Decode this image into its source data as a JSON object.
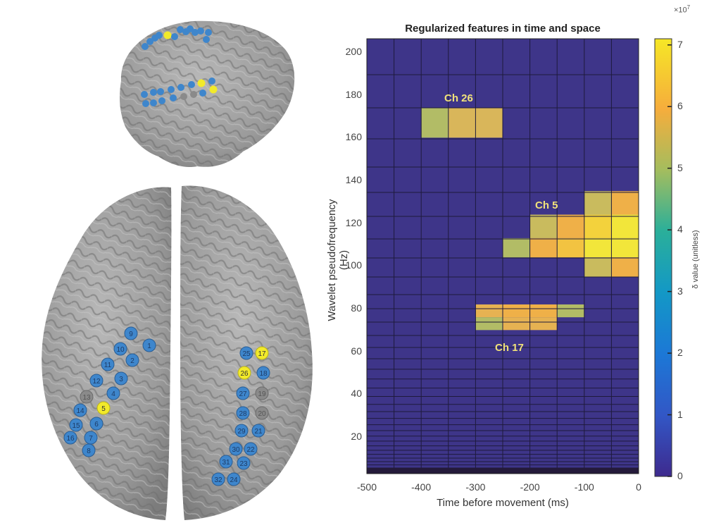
{
  "chart_data": {
    "type": "heatmap",
    "title": "Regularized features in time and space",
    "xlabel": "Time before movement (ms)",
    "ylabel": "Wavelet pseudofrequency (Hz)",
    "xlim": [
      -500,
      0
    ],
    "ylim": [
      2,
      206
    ],
    "x_ticks": [
      -500,
      -400,
      -300,
      -200,
      -100,
      0
    ],
    "y_ticks": [
      20,
      40,
      60,
      80,
      100,
      120,
      140,
      160,
      180,
      200
    ],
    "time_bins_ms": [
      -500,
      -450,
      -400,
      -350,
      -300,
      -250,
      -200,
      -150,
      -100,
      -50,
      0
    ],
    "colorbar": {
      "label": "δ value (unitless)",
      "exponent_label": "×10^7",
      "ticks": [
        0,
        1,
        2,
        3,
        4,
        5,
        6,
        7
      ],
      "range": [
        0,
        7.1
      ],
      "colormap": "parula"
    },
    "background_value": 0,
    "grid": true,
    "nonzero_cells": [
      {
        "channel": "Ch 26",
        "freq_range_hz": [
          160,
          174
        ],
        "time_range_ms": [
          -400,
          -350
        ],
        "value_e7": 4.9
      },
      {
        "channel": "Ch 26",
        "freq_range_hz": [
          160,
          174
        ],
        "time_range_ms": [
          -350,
          -300
        ],
        "value_e7": 5.4
      },
      {
        "channel": "Ch 26",
        "freq_range_hz": [
          160,
          174
        ],
        "time_range_ms": [
          -300,
          -250
        ],
        "value_e7": 5.3
      },
      {
        "channel": "Ch 5",
        "freq_range_hz": [
          124,
          135
        ],
        "time_range_ms": [
          -100,
          -50
        ],
        "value_e7": 5.1
      },
      {
        "channel": "Ch 5",
        "freq_range_hz": [
          124,
          135
        ],
        "time_range_ms": [
          -50,
          0
        ],
        "value_e7": 5.9
      },
      {
        "channel": "Ch 5",
        "freq_range_hz": [
          113,
          124
        ],
        "time_range_ms": [
          -200,
          -150
        ],
        "value_e7": 5.2
      },
      {
        "channel": "Ch 5",
        "freq_range_hz": [
          113,
          124
        ],
        "time_range_ms": [
          -150,
          -100
        ],
        "value_e7": 5.9
      },
      {
        "channel": "Ch 5",
        "freq_range_hz": [
          113,
          124
        ],
        "time_range_ms": [
          -100,
          -50
        ],
        "value_e7": 6.6
      },
      {
        "channel": "Ch 5",
        "freq_range_hz": [
          113,
          124
        ],
        "time_range_ms": [
          -50,
          0
        ],
        "value_e7": 7.0
      },
      {
        "channel": "Ch 5",
        "freq_range_hz": [
          104,
          113
        ],
        "time_range_ms": [
          -250,
          -200
        ],
        "value_e7": 4.9
      },
      {
        "channel": "Ch 5",
        "freq_range_hz": [
          104,
          113
        ],
        "time_range_ms": [
          -200,
          -150
        ],
        "value_e7": 5.9
      },
      {
        "channel": "Ch 5",
        "freq_range_hz": [
          104,
          113
        ],
        "time_range_ms": [
          -150,
          -100
        ],
        "value_e7": 6.2
      },
      {
        "channel": "Ch 5",
        "freq_range_hz": [
          104,
          113
        ],
        "time_range_ms": [
          -100,
          -50
        ],
        "value_e7": 6.8
      },
      {
        "channel": "Ch 5",
        "freq_range_hz": [
          104,
          113
        ],
        "time_range_ms": [
          -50,
          0
        ],
        "value_e7": 7.1
      },
      {
        "channel": "Ch 5",
        "freq_range_hz": [
          95,
          104
        ],
        "time_range_ms": [
          -100,
          -50
        ],
        "value_e7": 5.2
      },
      {
        "channel": "Ch 5",
        "freq_range_hz": [
          95,
          104
        ],
        "time_range_ms": [
          -50,
          0
        ],
        "value_e7": 5.9
      },
      {
        "channel": "Ch 17",
        "freq_range_hz": [
          76,
          82
        ],
        "time_range_ms": [
          -300,
          -250
        ],
        "value_e7": 5.6
      },
      {
        "channel": "Ch 17",
        "freq_range_hz": [
          76,
          82
        ],
        "time_range_ms": [
          -250,
          -200
        ],
        "value_e7": 6.0
      },
      {
        "channel": "Ch 17",
        "freq_range_hz": [
          76,
          82
        ],
        "time_range_ms": [
          -200,
          -150
        ],
        "value_e7": 5.8
      },
      {
        "channel": "Ch 17",
        "freq_range_hz": [
          76,
          82
        ],
        "time_range_ms": [
          -150,
          -100
        ],
        "value_e7": 5.0
      },
      {
        "channel": "Ch 17",
        "freq_range_hz": [
          70,
          76
        ],
        "time_range_ms": [
          -300,
          -250
        ],
        "value_e7": 5.0
      },
      {
        "channel": "Ch 17",
        "freq_range_hz": [
          70,
          76
        ],
        "time_range_ms": [
          -250,
          -200
        ],
        "value_e7": 5.6
      },
      {
        "channel": "Ch 17",
        "freq_range_hz": [
          70,
          76
        ],
        "time_range_ms": [
          -200,
          -150
        ],
        "value_e7": 5.5
      }
    ],
    "annotations": [
      {
        "text": "Ch 26",
        "x_ms": -330,
        "y_hz": 178
      },
      {
        "text": "Ch 5",
        "x_ms": -170,
        "y_hz": 130
      },
      {
        "text": "Ch 17",
        "x_ms": -230,
        "y_hz": 63
      }
    ]
  },
  "figure": {
    "title": "Regularized features in time and space",
    "xlabel": "Time before movement (ms)",
    "ylabel": "Wavelet pseudofrequency (Hz)",
    "colorbar_label": "δ value (unitless)",
    "colorbar_exponent": "×10",
    "colorbar_exponent_power": "7",
    "annotations": {
      "ch26": "Ch 26",
      "ch5": "Ch 5",
      "ch17": "Ch 17"
    }
  },
  "brain_panels": {
    "lateral_view": {
      "electrodes_highlighted": [
        "5",
        "17",
        "26"
      ]
    },
    "top_view": {
      "left_hemisphere_electrodes": [
        {
          "label": "9",
          "color": "blue"
        },
        {
          "label": "1",
          "color": "blue"
        },
        {
          "label": "10",
          "color": "blue"
        },
        {
          "label": "2",
          "color": "blue"
        },
        {
          "label": "11",
          "color": "blue"
        },
        {
          "label": "3",
          "color": "blue"
        },
        {
          "label": "12",
          "color": "blue"
        },
        {
          "label": "4",
          "color": "blue"
        },
        {
          "label": "13",
          "color": "gray"
        },
        {
          "label": "5",
          "color": "yellow"
        },
        {
          "label": "14",
          "color": "blue"
        },
        {
          "label": "6",
          "color": "blue"
        },
        {
          "label": "15",
          "color": "blue"
        },
        {
          "label": "7",
          "color": "blue"
        },
        {
          "label": "16",
          "color": "blue"
        },
        {
          "label": "8",
          "color": "blue"
        }
      ],
      "right_hemisphere_electrodes": [
        {
          "label": "25",
          "color": "blue"
        },
        {
          "label": "17",
          "color": "yellow"
        },
        {
          "label": "26",
          "color": "yellow"
        },
        {
          "label": "18",
          "color": "blue"
        },
        {
          "label": "27",
          "color": "blue"
        },
        {
          "label": "19",
          "color": "gray"
        },
        {
          "label": "28",
          "color": "blue"
        },
        {
          "label": "20",
          "color": "gray"
        },
        {
          "label": "29",
          "color": "blue"
        },
        {
          "label": "21",
          "color": "blue"
        },
        {
          "label": "30",
          "color": "blue"
        },
        {
          "label": "22",
          "color": "blue"
        },
        {
          "label": "31",
          "color": "blue"
        },
        {
          "label": "23",
          "color": "blue"
        },
        {
          "label": "32",
          "color": "blue"
        },
        {
          "label": "24",
          "color": "blue"
        }
      ]
    }
  },
  "colors": {
    "background_cell": "#3e3589",
    "grid_line": "#1e1a3c",
    "electrode_blue": "#3e86cc",
    "electrode_yellow": "#f2ea2a",
    "electrode_gray": "#8a8a8a",
    "brain": "#9a9a9a",
    "annotation": "#f1e27a"
  }
}
